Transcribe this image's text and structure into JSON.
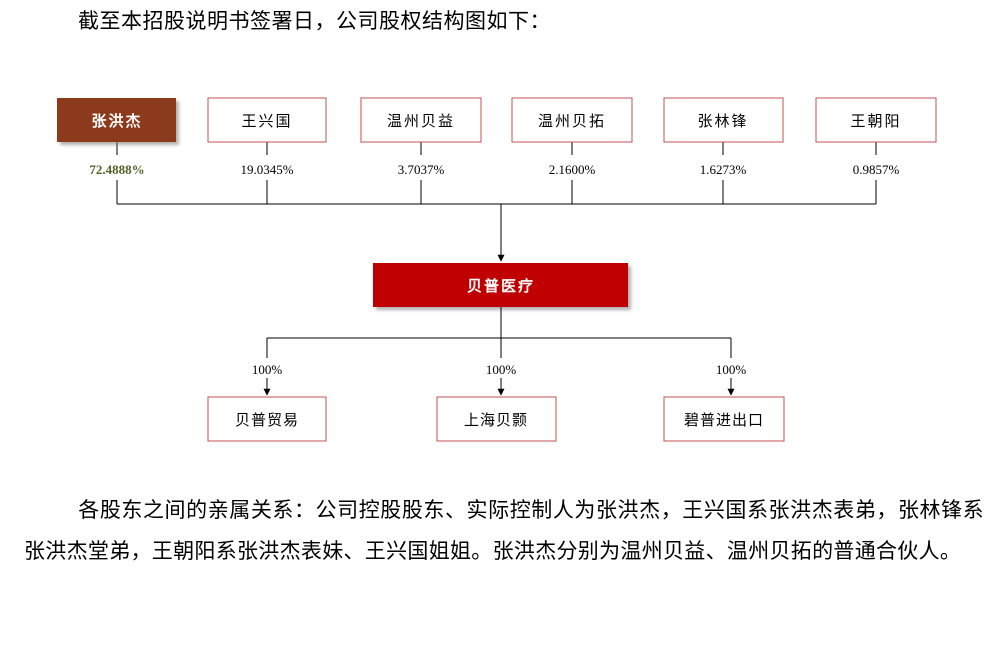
{
  "intro_text": "截至本招股说明书签署日，公司股权结构图如下：",
  "shareholders": [
    {
      "name": "张洪杰",
      "percent": "72.4888%",
      "highlight": true
    },
    {
      "name": "王兴国",
      "percent": "19.0345%",
      "highlight": false
    },
    {
      "name": "温州贝益",
      "percent": "3.7037%",
      "highlight": false
    },
    {
      "name": "温州贝拓",
      "percent": "2.1600%",
      "highlight": false
    },
    {
      "name": "张林锋",
      "percent": "1.6273%",
      "highlight": false
    },
    {
      "name": "王朝阳",
      "percent": "0.9857%",
      "highlight": false
    }
  ],
  "company": {
    "name": "贝普医疗"
  },
  "subsidiaries": [
    {
      "name": "贝普贸易",
      "percent": "100%"
    },
    {
      "name": "上海贝颢",
      "percent": "100%"
    },
    {
      "name": "碧普进出口",
      "percent": "100%"
    }
  ],
  "relationship_paragraph": "各股东之间的亲属关系：公司控股股东、实际控制人为张洪杰，王兴国系张洪杰表弟，张林锋系张洪杰堂弟，王朝阳系张洪杰表妹、王兴国姐姐。张洪杰分别为温州贝益、温州贝拓的普通合伙人。",
  "colors": {
    "highlight_box": "#8b3a1e",
    "company_box": "#c00000",
    "box_border": "#c0504d",
    "highlight_percent": "#4f6228",
    "line": "#000000"
  }
}
